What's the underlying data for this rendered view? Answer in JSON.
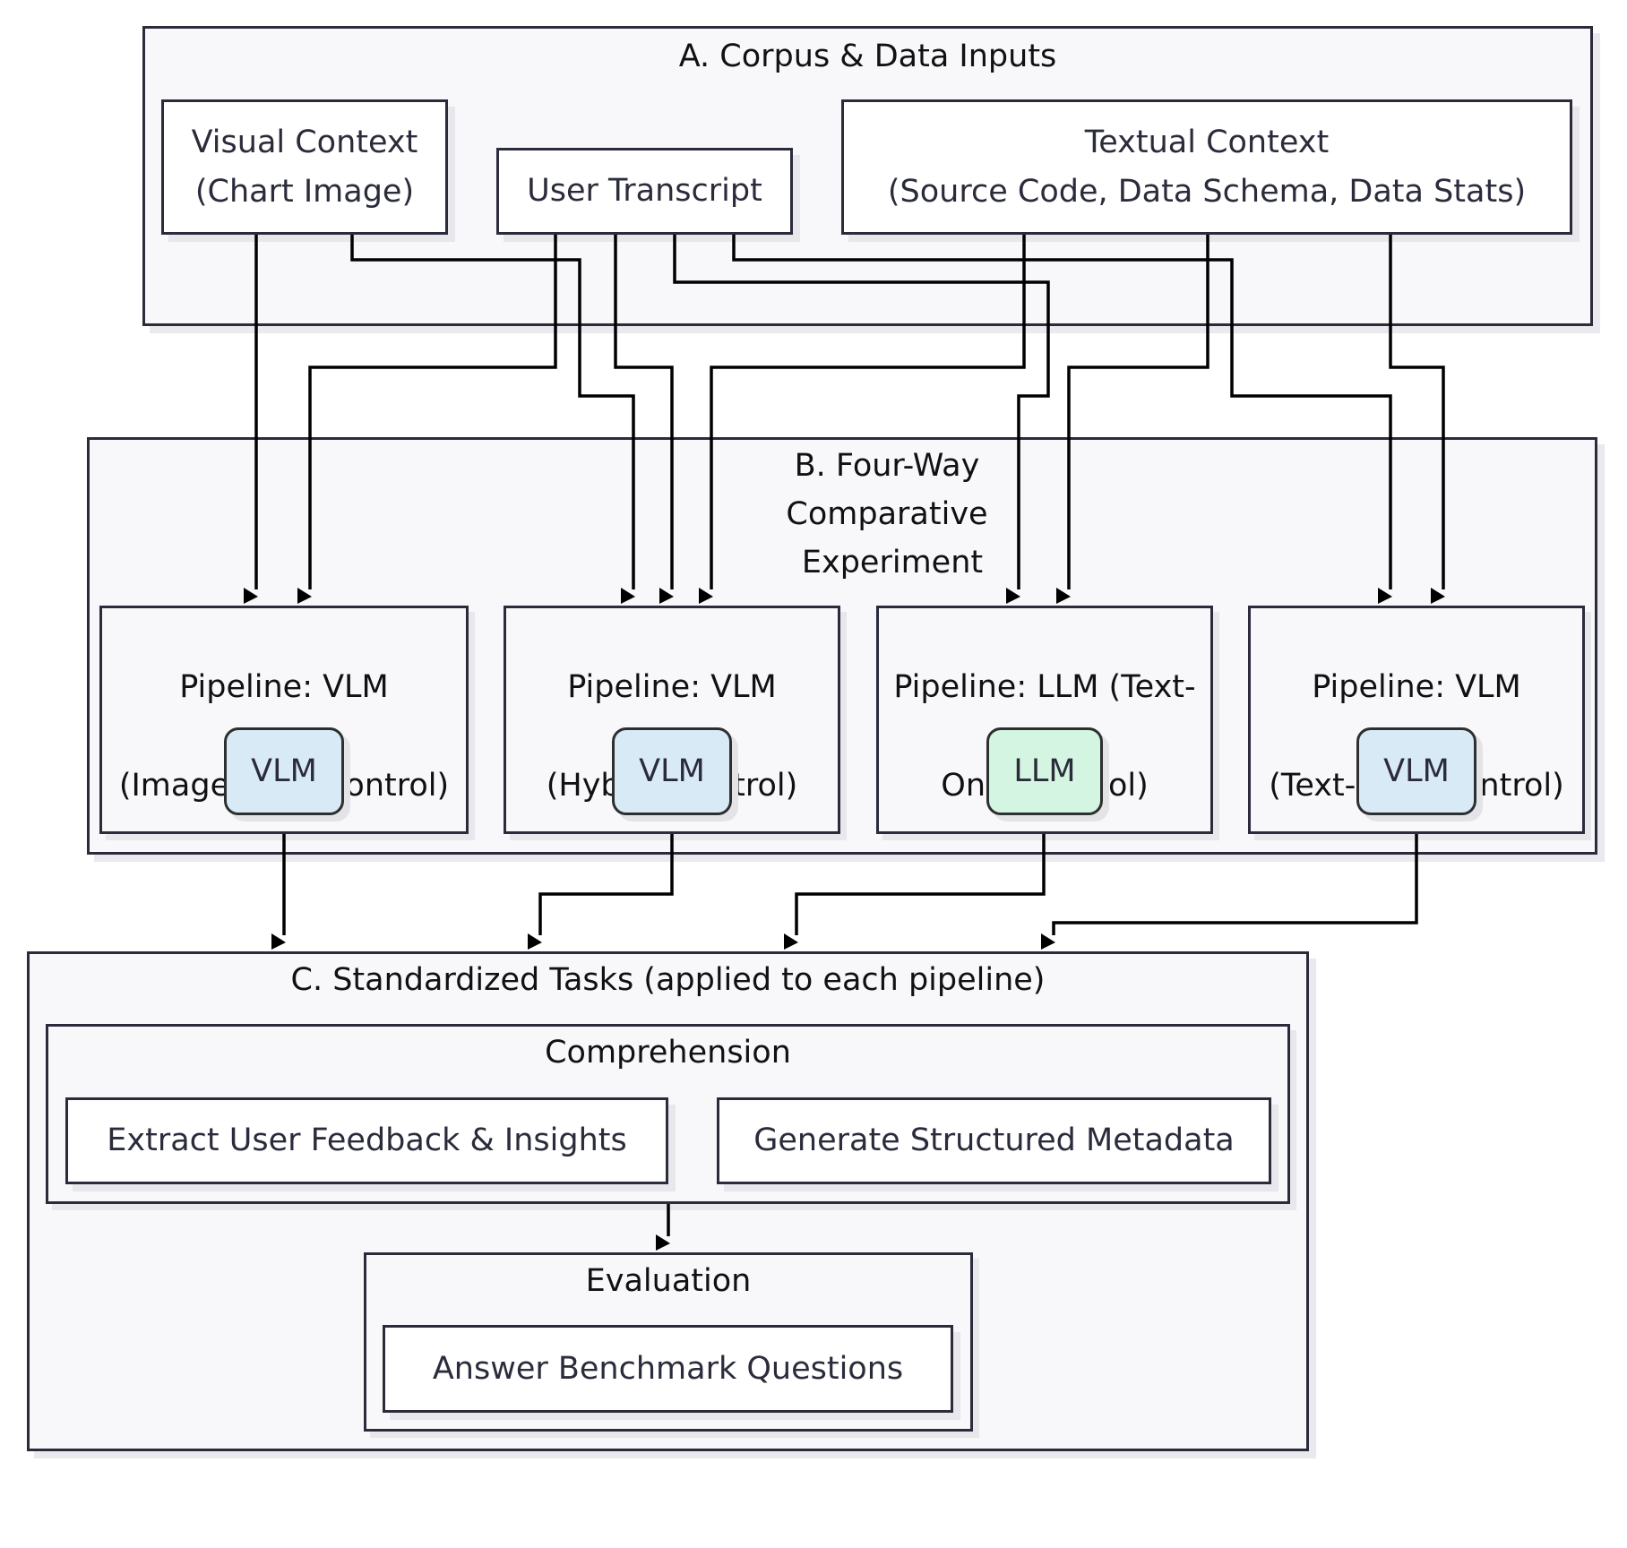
{
  "sections": {
    "inputs": {
      "title": "A. Corpus & Data Inputs",
      "nodes": {
        "visual": {
          "line1": "Visual Context",
          "line2": "(Chart Image)"
        },
        "transcript": {
          "line1": "User Transcript"
        },
        "textual": {
          "line1": "Textual Context",
          "line2": "(Source Code, Data Schema, Data Stats)"
        }
      }
    },
    "experiment": {
      "title_line1": "B. Four-Way",
      "title_line2": "Comparative",
      "title_line3": "Experiment",
      "pipelines": [
        {
          "title_line1": "Pipeline: VLM",
          "title_line2": "(Image-Only Control)",
          "model": "VLM",
          "model_type": "vlm"
        },
        {
          "title_line1": "Pipeline: VLM",
          "title_line2": "(Hybrid Control)",
          "model": "VLM",
          "model_type": "vlm"
        },
        {
          "title_line1": "Pipeline: LLM (Text-",
          "title_line2": "Only Control)",
          "model": "LLM",
          "model_type": "llm"
        },
        {
          "title_line1": "Pipeline: VLM",
          "title_line2": "(Text-Only Control)",
          "model": "VLM",
          "model_type": "vlm"
        }
      ]
    },
    "tasks": {
      "title": "C. Standardized Tasks (applied to each pipeline)",
      "comprehension": {
        "title": "Comprehension",
        "items": [
          "Extract User Feedback & Insights",
          "Generate Structured Metadata"
        ]
      },
      "evaluation": {
        "title": "Evaluation",
        "items": [
          "Answer Benchmark Questions"
        ]
      }
    }
  },
  "edges": [
    {
      "from": "Visual Context",
      "to": "Pipeline: VLM (Image-Only Control)"
    },
    {
      "from": "Visual Context",
      "to": "Pipeline: VLM (Hybrid Control)"
    },
    {
      "from": "User Transcript",
      "to": "Pipeline: VLM (Image-Only Control)"
    },
    {
      "from": "User Transcript",
      "to": "Pipeline: VLM (Hybrid Control)"
    },
    {
      "from": "User Transcript",
      "to": "Pipeline: LLM (Text-Only Control)"
    },
    {
      "from": "User Transcript",
      "to": "Pipeline: VLM (Text-Only Control)"
    },
    {
      "from": "Textual Context",
      "to": "Pipeline: VLM (Hybrid Control)"
    },
    {
      "from": "Textual Context",
      "to": "Pipeline: LLM (Text-Only Control)"
    },
    {
      "from": "Textual Context",
      "to": "Pipeline: VLM (Text-Only Control)"
    },
    {
      "from": "Pipeline: VLM (Image-Only Control)",
      "to": "C. Standardized Tasks"
    },
    {
      "from": "Pipeline: VLM (Hybrid Control)",
      "to": "C. Standardized Tasks"
    },
    {
      "from": "Pipeline: LLM (Text-Only Control)",
      "to": "C. Standardized Tasks"
    },
    {
      "from": "Pipeline: VLM (Text-Only Control)",
      "to": "C. Standardized Tasks"
    },
    {
      "from": "Comprehension",
      "to": "Evaluation"
    }
  ],
  "colors": {
    "vlm_fill": "#d9eaf7",
    "llm_fill": "#d4f5e1",
    "group_fill": "#f8f8fb",
    "stroke": "#2b2c3b",
    "edge": "#000000"
  }
}
